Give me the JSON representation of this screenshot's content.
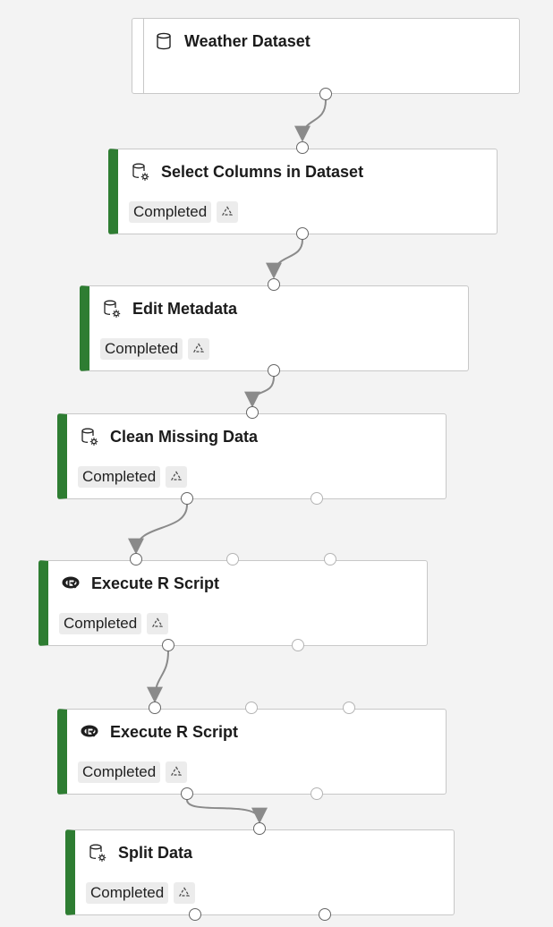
{
  "pipeline": {
    "nodes": [
      {
        "name": "Weather Dataset",
        "kind": "dataset",
        "status": "",
        "icon": "database-icon"
      },
      {
        "name": "Select Columns in Dataset",
        "kind": "module",
        "status": "Completed",
        "icon": "database-gear-icon"
      },
      {
        "name": "Edit Metadata",
        "kind": "module",
        "status": "Completed",
        "icon": "database-gear-icon"
      },
      {
        "name": "Clean Missing Data",
        "kind": "module",
        "status": "Completed",
        "icon": "database-gear-icon"
      },
      {
        "name": "Execute R Script",
        "kind": "module",
        "status": "Completed",
        "icon": "r-logo-icon"
      },
      {
        "name": "Execute R Script",
        "kind": "module",
        "status": "Completed",
        "icon": "r-logo-icon"
      },
      {
        "name": "Split Data",
        "kind": "module",
        "status": "Completed",
        "icon": "database-gear-icon"
      }
    ],
    "colors": {
      "status_bar": "#2e7d32",
      "canvas": "#f3f3f3",
      "edge": "#8a8a8a"
    }
  }
}
